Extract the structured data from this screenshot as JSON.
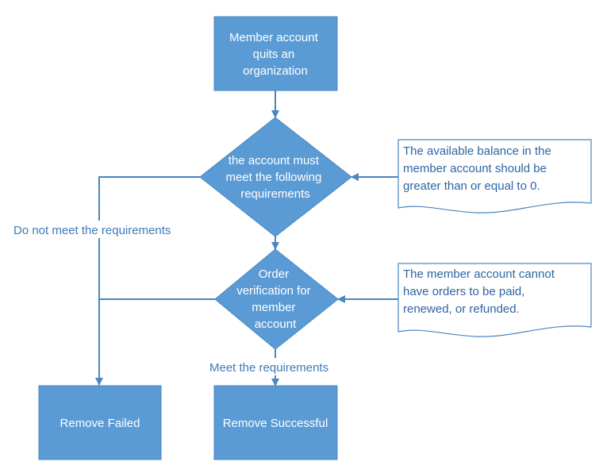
{
  "colors": {
    "node_fill": "#5b9bd5",
    "node_stroke": "#4a86c0",
    "edge": "#4a86c0",
    "note_text": "#2e64a3",
    "label_text": "#3f79b8"
  },
  "nodes": {
    "start": {
      "lines": [
        "Member account",
        "quits an",
        "organization"
      ]
    },
    "decision_requirements": {
      "lines": [
        "the account must",
        "meet the following",
        "requirements"
      ]
    },
    "decision_orders": {
      "lines": [
        "Order",
        "verification for",
        "member",
        "account"
      ]
    },
    "remove_failed": {
      "lines": [
        "Remove Failed"
      ]
    },
    "remove_successful": {
      "lines": [
        "Remove Successful"
      ]
    }
  },
  "notes": {
    "balance": {
      "lines": [
        "The available balance in the",
        "member account should be",
        "greater than or equal to 0."
      ]
    },
    "orders": {
      "lines": [
        "The member account cannot",
        "have orders to be paid,",
        "renewed, or refunded."
      ]
    }
  },
  "edge_labels": {
    "not_meet": "Do not meet the requirements",
    "meet": "Meet the requirements"
  }
}
